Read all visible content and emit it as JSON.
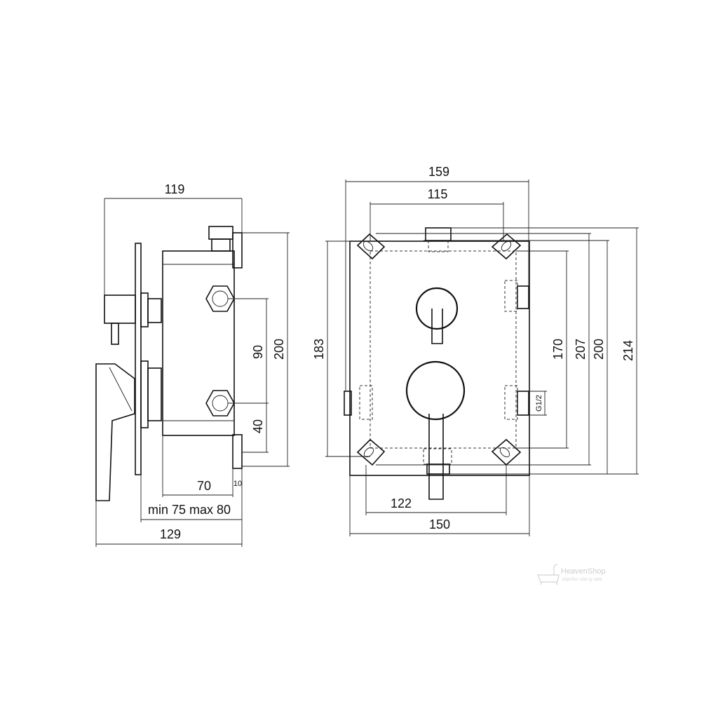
{
  "diagram": {
    "side_view": {
      "dim_width_top": "119",
      "dim_height_200": "200",
      "dim_spacing_90": "90",
      "dim_offset_40": "40",
      "dim_depth_70": "70",
      "dim_small_10": "10",
      "dim_range": "min 75  max 80",
      "dim_total_129": "129"
    },
    "front_view": {
      "dim_width_159": "159",
      "dim_width_115": "115",
      "dim_height_183": "183",
      "dim_height_170": "170",
      "dim_height_207": "207",
      "dim_height_200": "200",
      "dim_height_214": "214",
      "thread_label": "G1/2",
      "dim_width_122": "122",
      "dim_width_150": "150"
    },
    "watermark": {
      "brand": "HeavenShop",
      "tagline": "kúpeľne vám aj nám"
    }
  }
}
